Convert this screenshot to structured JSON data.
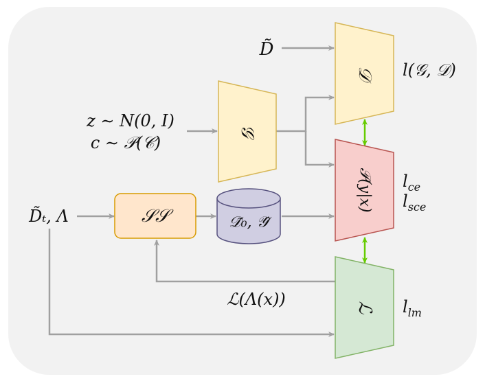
{
  "inputs": {
    "d_tilde": "D̃",
    "z_dist": "z ∼ N(0, I)",
    "c_dist": "c ∼ 𝒫(𝒞)",
    "dt_lambda": "D̃ₜ, Λ"
  },
  "blocks": {
    "discriminator": "𝒟",
    "generator": "𝒢",
    "classifier": "𝒫(y|x)",
    "labeler": "ℒ",
    "selector": "𝒮𝒮",
    "dataset": "𝒟̃₀, 𝒴̂"
  },
  "losses": {
    "gan": "l(𝒢, 𝒟)",
    "ce": "l",
    "ce_sub": "ce",
    "sce": "l",
    "sce_sub": "sce",
    "lm": "l",
    "lm_sub": "lm",
    "feedback": "ℒ(Λ(x))"
  },
  "colors": {
    "panel": "#f2f2f2",
    "yellow_fill": "#fff2cc",
    "yellow_stroke": "#d6b656",
    "red_fill": "#f8cecc",
    "red_stroke": "#b85450",
    "green_fill": "#d5e8d4",
    "green_stroke": "#82b366",
    "orange_fill": "#ffe6cc",
    "orange_stroke": "#d79b00",
    "purple_fill": "#d0cee2",
    "purple_stroke": "#56517e",
    "arrow_gray": "#a0a0a0",
    "arrow_green": "#66cc00"
  }
}
